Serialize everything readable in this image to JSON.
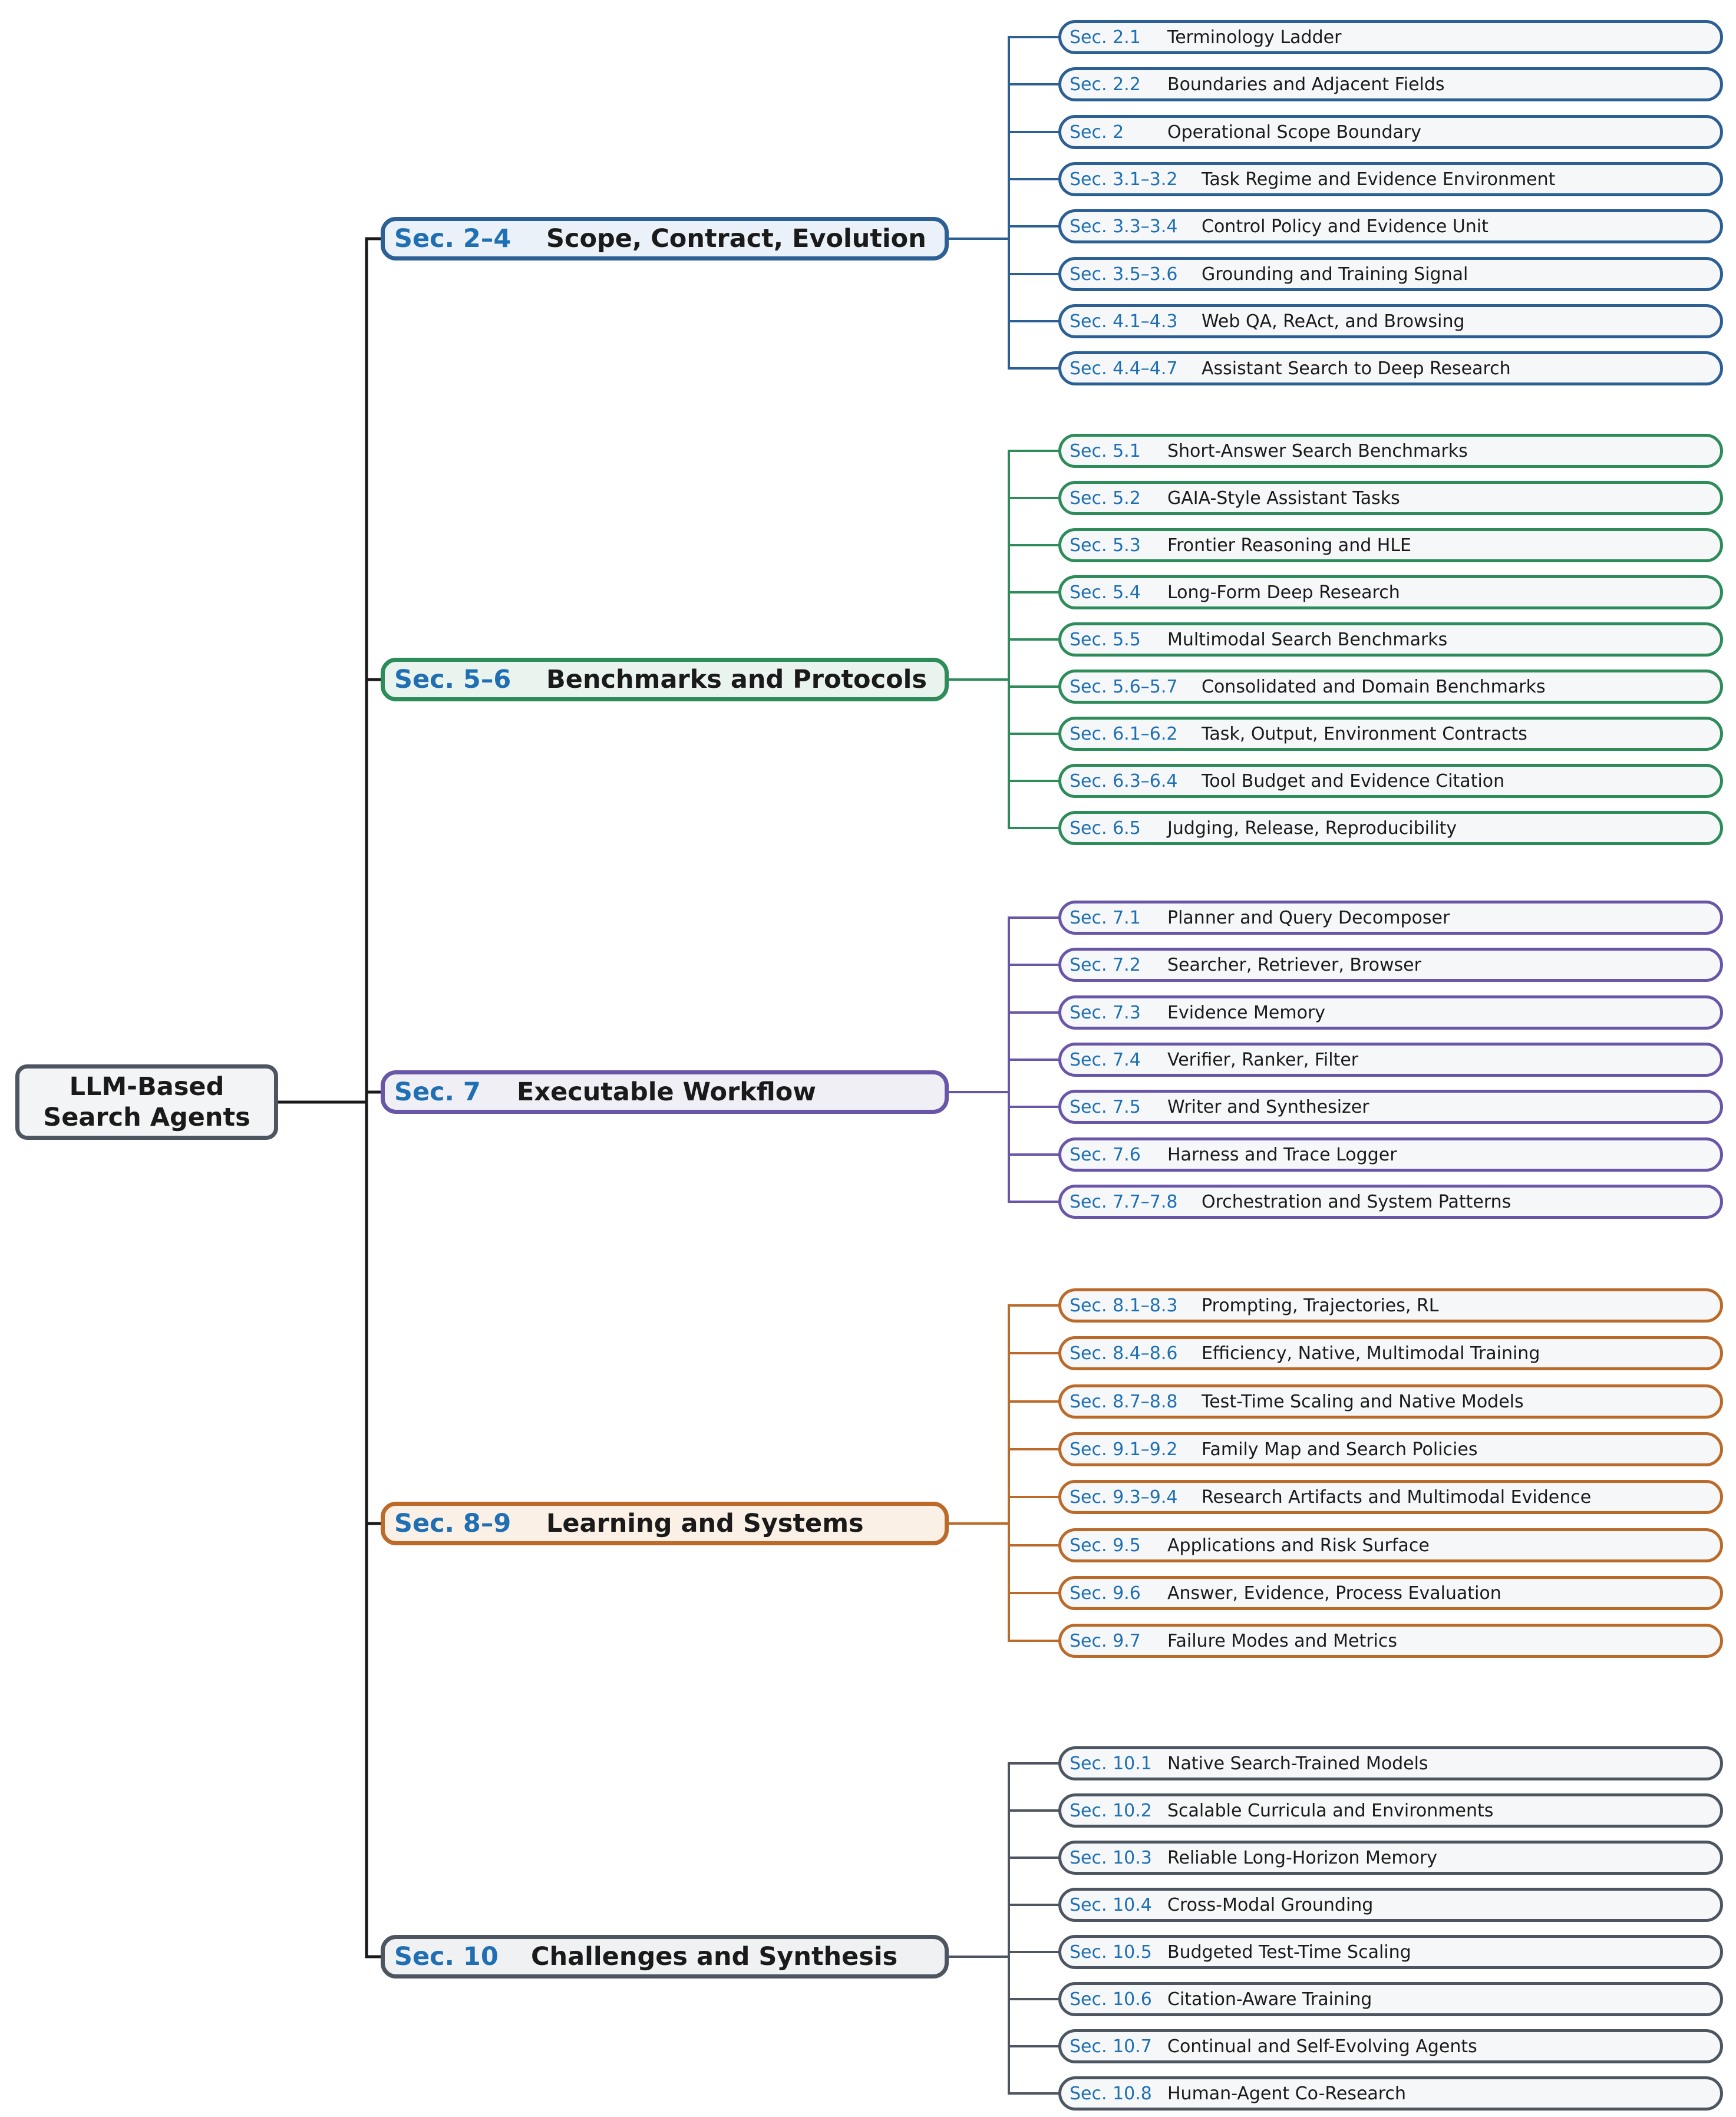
{
  "root": {
    "line1": "LLM-Based",
    "line2": "Search Agents"
  },
  "groups": [
    {
      "id": "scope",
      "sec": "Sec.  2–4",
      "title": "Scope, Contract, Evolution",
      "color": "#2c5f94",
      "items": [
        {
          "sec": "Sec.  2.1",
          "title": "Terminology Ladder"
        },
        {
          "sec": "Sec.  2.2",
          "title": "Boundaries and Adjacent Fields"
        },
        {
          "sec": "Sec.  2",
          "title": "Operational Scope Boundary"
        },
        {
          "sec": "Sec.  3.1–3.2",
          "title": "Task Regime and Evidence Environment"
        },
        {
          "sec": "Sec.  3.3–3.4",
          "title": "Control Policy and Evidence Unit"
        },
        {
          "sec": "Sec.  3.5–3.6",
          "title": "Grounding and Training Signal"
        },
        {
          "sec": "Sec.  4.1–4.3",
          "title": "Web QA, ReAct, and Browsing"
        },
        {
          "sec": "Sec.  4.4–4.7",
          "title": "Assistant Search to Deep Research"
        }
      ]
    },
    {
      "id": "benchmarks",
      "sec": "Sec.  5–6",
      "title": "Benchmarks and Protocols",
      "color": "#2e8b5a",
      "items": [
        {
          "sec": "Sec.  5.1",
          "title": "Short-Answer Search Benchmarks"
        },
        {
          "sec": "Sec.  5.2",
          "title": "GAIA-Style Assistant Tasks"
        },
        {
          "sec": "Sec.  5.3",
          "title": "Frontier Reasoning and HLE"
        },
        {
          "sec": "Sec.  5.4",
          "title": "Long-Form Deep Research"
        },
        {
          "sec": "Sec.  5.5",
          "title": "Multimodal Search Benchmarks"
        },
        {
          "sec": "Sec.  5.6–5.7",
          "title": "Consolidated and Domain Benchmarks"
        },
        {
          "sec": "Sec.  6.1–6.2",
          "title": "Task, Output, Environment Contracts"
        },
        {
          "sec": "Sec.  6.3–6.4",
          "title": "Tool Budget and Evidence Citation"
        },
        {
          "sec": "Sec.  6.5",
          "title": "Judging, Release, Reproducibility"
        }
      ]
    },
    {
      "id": "workflow",
      "sec": "Sec.  7",
      "title": "Executable Workflow",
      "color": "#6a56a8",
      "items": [
        {
          "sec": "Sec.  7.1",
          "title": "Planner and Query Decomposer"
        },
        {
          "sec": "Sec.  7.2",
          "title": "Searcher, Retriever, Browser"
        },
        {
          "sec": "Sec.  7.3",
          "title": "Evidence Memory"
        },
        {
          "sec": "Sec.  7.4",
          "title": "Verifier, Ranker, Filter"
        },
        {
          "sec": "Sec.  7.5",
          "title": "Writer and Synthesizer"
        },
        {
          "sec": "Sec.  7.6",
          "title": "Harness and Trace Logger"
        },
        {
          "sec": "Sec.  7.7–7.8",
          "title": "Orchestration and System Patterns"
        }
      ]
    },
    {
      "id": "learning",
      "sec": "Sec.  8–9",
      "title": "Learning and Systems",
      "color": "#bb6a2a",
      "items": [
        {
          "sec": "Sec.  8.1–8.3",
          "title": "Prompting, Trajectories, RL"
        },
        {
          "sec": "Sec.  8.4–8.6",
          "title": "Efficiency, Native, Multimodal Training"
        },
        {
          "sec": "Sec.  8.7–8.8",
          "title": "Test-Time Scaling and Native Models"
        },
        {
          "sec": "Sec.  9.1–9.2",
          "title": "Family Map and Search Policies"
        },
        {
          "sec": "Sec.  9.3–9.4",
          "title": "Research Artifacts and Multimodal Evidence"
        },
        {
          "sec": "Sec.  9.5",
          "title": "Applications and Risk Surface"
        },
        {
          "sec": "Sec.  9.6",
          "title": "Answer, Evidence, Process Evaluation"
        },
        {
          "sec": "Sec.  9.7",
          "title": "Failure Modes and Metrics"
        }
      ]
    },
    {
      "id": "challenges",
      "sec": "Sec.  10",
      "title": "Challenges and Synthesis",
      "color": "#4d5561",
      "items": [
        {
          "sec": "Sec.  10.1",
          "title": "Native Search-Trained Models"
        },
        {
          "sec": "Sec.  10.2",
          "title": "Scalable Curricula and Environments"
        },
        {
          "sec": "Sec.  10.3",
          "title": "Reliable Long-Horizon Memory"
        },
        {
          "sec": "Sec.  10.4",
          "title": "Cross-Modal Grounding"
        },
        {
          "sec": "Sec.  10.5",
          "title": "Budgeted Test-Time Scaling"
        },
        {
          "sec": "Sec.  10.6",
          "title": "Citation-Aware Training"
        },
        {
          "sec": "Sec.  10.7",
          "title": "Continual and Self-Evolving Agents"
        },
        {
          "sec": "Sec.  10.8",
          "title": "Human-Agent Co-Research"
        }
      ]
    }
  ]
}
